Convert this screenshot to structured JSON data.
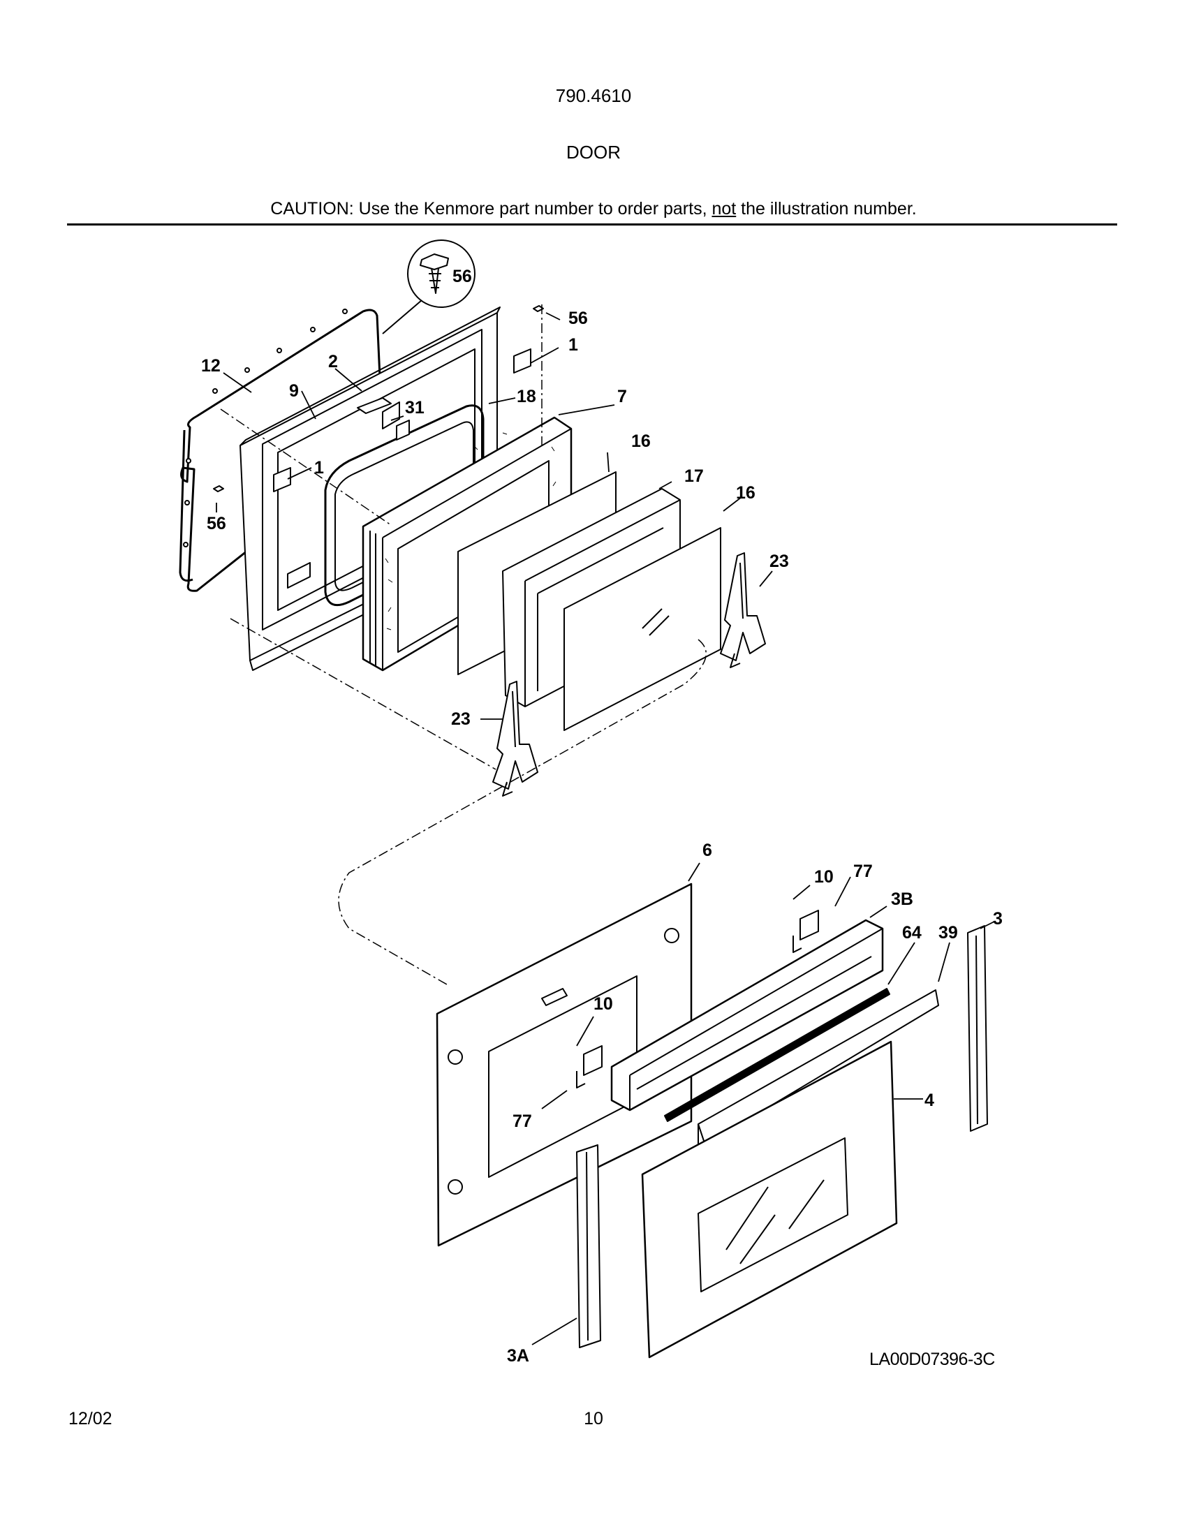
{
  "header": {
    "model": "790.4610",
    "section": "DOOR",
    "caution_pre": "CAUTION: Use the Kenmore part number to order parts, ",
    "caution_emph": "not",
    "caution_post": " the illustration number."
  },
  "diagram": {
    "code": "LA00D07396-3C",
    "callouts": [
      "56",
      "56",
      "1",
      "12",
      "2",
      "9",
      "31",
      "18",
      "7",
      "1",
      "16",
      "17",
      "56",
      "16",
      "23",
      "23",
      "6",
      "10",
      "77",
      "3B",
      "64",
      "39",
      "3",
      "10",
      "4",
      "77",
      "3A"
    ]
  },
  "footer": {
    "date": "12/02",
    "page": "10"
  }
}
